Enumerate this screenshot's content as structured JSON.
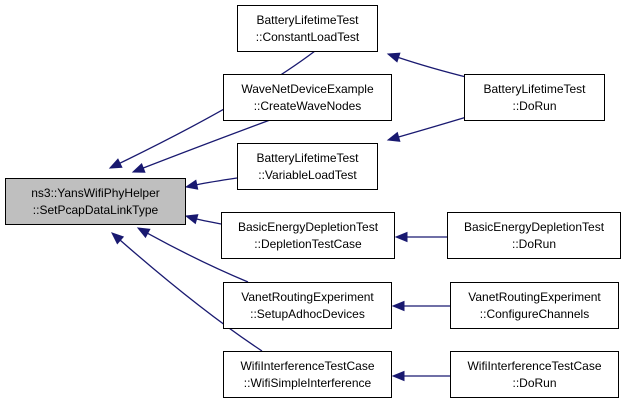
{
  "diagram": {
    "nodes": [
      {
        "id": "focus",
        "line1": "ns3::YansWifiPhyHelper",
        "line2": "::SetPcapDataLinkType",
        "focus": true
      },
      {
        "id": "constantload",
        "line1": "BatteryLifetimeTest",
        "line2": "::ConstantLoadTest"
      },
      {
        "id": "wavenodes",
        "line1": "WaveNetDeviceExample",
        "line2": "::CreateWaveNodes"
      },
      {
        "id": "variableload",
        "line1": "BatteryLifetimeTest",
        "line2": "::VariableLoadTest"
      },
      {
        "id": "depletion",
        "line1": "BasicEnergyDepletionTest",
        "line2": "::DepletionTestCase"
      },
      {
        "id": "adhoc",
        "line1": "VanetRoutingExperiment",
        "line2": "::SetupAdhocDevices"
      },
      {
        "id": "simpleinterf",
        "line1": "WifiInterferenceTestCase",
        "line2": "::WifiSimpleInterference"
      },
      {
        "id": "batterydorun",
        "line1": "BatteryLifetimeTest",
        "line2": "::DoRun"
      },
      {
        "id": "depletiondorun",
        "line1": "BasicEnergyDepletionTest",
        "line2": "::DoRun"
      },
      {
        "id": "configchannels",
        "line1": "VanetRoutingExperiment",
        "line2": "::ConfigureChannels"
      },
      {
        "id": "interfdorun",
        "line1": "WifiInterferenceTestCase",
        "line2": "::DoRun"
      }
    ],
    "edges": [
      {
        "from": "constantload",
        "to": "focus"
      },
      {
        "from": "wavenodes",
        "to": "focus"
      },
      {
        "from": "variableload",
        "to": "focus"
      },
      {
        "from": "depletion",
        "to": "focus"
      },
      {
        "from": "adhoc",
        "to": "focus"
      },
      {
        "from": "simpleinterf",
        "to": "focus"
      },
      {
        "from": "batterydorun",
        "to": "constantload"
      },
      {
        "from": "batterydorun",
        "to": "variableload"
      },
      {
        "from": "depletiondorun",
        "to": "depletion"
      },
      {
        "from": "configchannels",
        "to": "adhoc"
      },
      {
        "from": "interfdorun",
        "to": "simpleinterf"
      }
    ],
    "colors": {
      "edge": "#191970",
      "focus_fill": "#bfbfbf",
      "node_fill": "#ffffff"
    }
  }
}
